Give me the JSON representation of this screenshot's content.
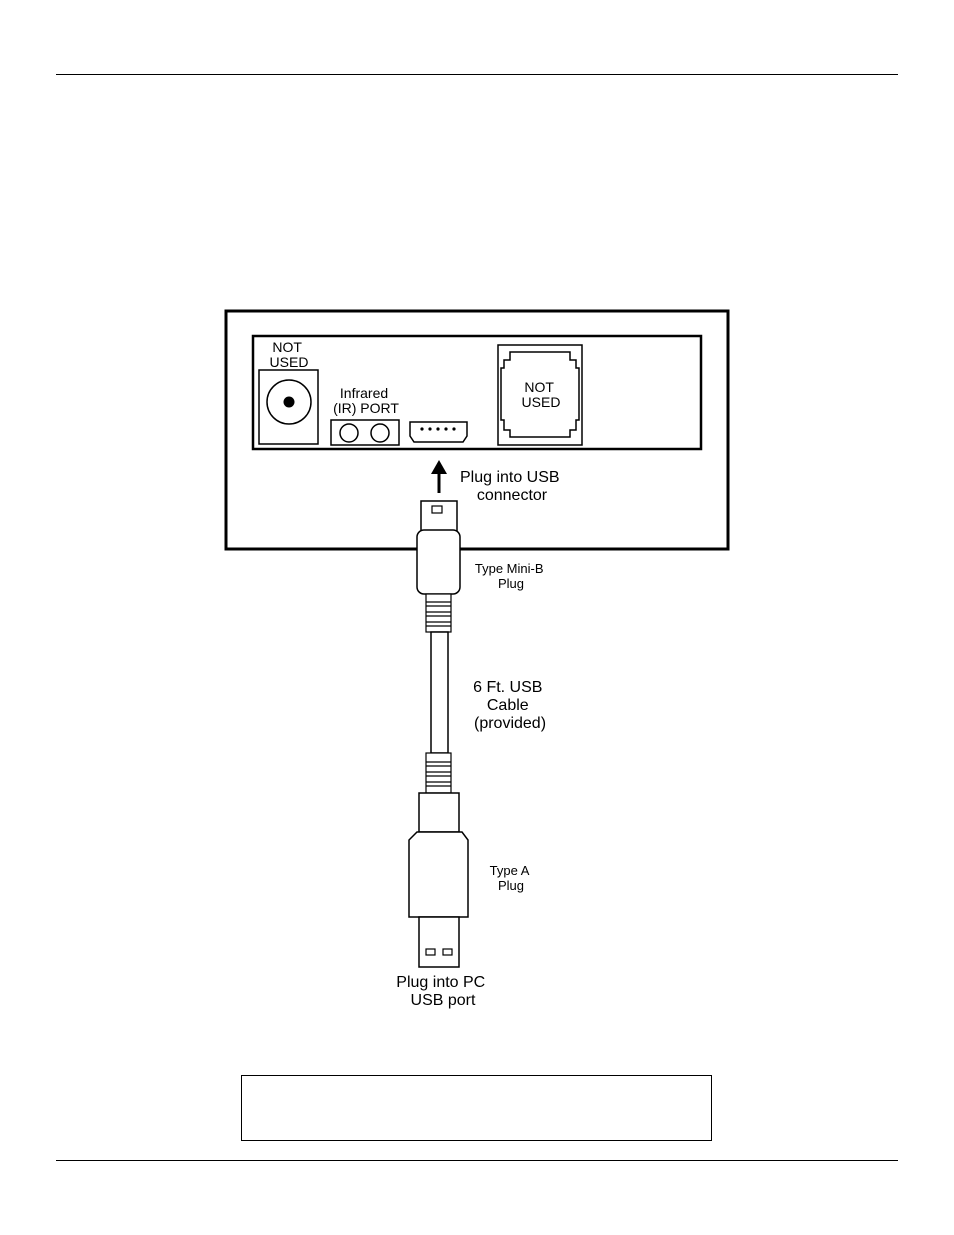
{
  "panel": {
    "dc_jack_label": [
      "NOT",
      "USED"
    ],
    "ir_port_label": [
      "Infrared",
      "(IR) PORT"
    ],
    "rj_jack_label": [
      "NOT",
      "USED"
    ],
    "usb_instruction": [
      "Plug into USB",
      "connector"
    ]
  },
  "cable": {
    "mini_b_label": [
      "Type Mini-B",
      "Plug"
    ],
    "cable_label": [
      "6 Ft. USB",
      "Cable",
      "(provided)"
    ],
    "type_a_label": [
      "Type A",
      "Plug"
    ],
    "pc_instruction": [
      "Plug into PC",
      "USB port"
    ]
  },
  "note": {
    "text": ""
  }
}
